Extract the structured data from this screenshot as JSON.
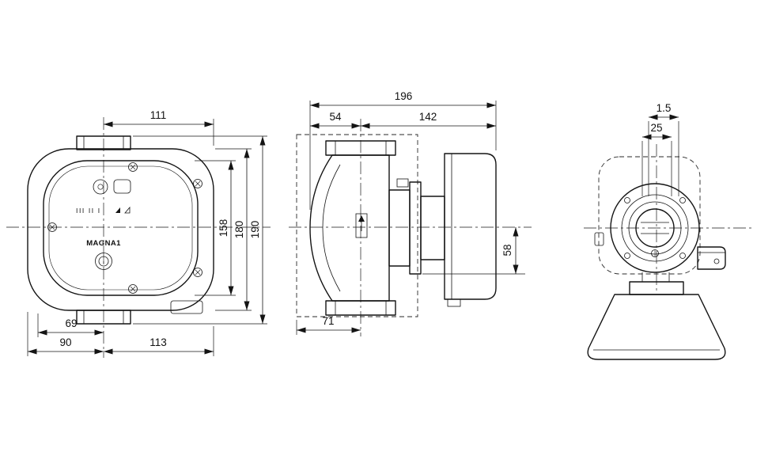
{
  "drawing": {
    "brand_label": "MAGNA1",
    "panel_leds": "III II I"
  },
  "dims": {
    "front": {
      "flange_width": "111",
      "height_inner": "158",
      "height_mid": "180",
      "height_total": "190",
      "offset_small": "69",
      "offset_left": "90",
      "offset_right": "113"
    },
    "side": {
      "length_total": "196",
      "length_front": "54",
      "length_rear": "142",
      "envelope_front": "71",
      "height_below_axis": "58"
    },
    "rear": {
      "cap_gap": "1.5",
      "port_width": "25"
    }
  }
}
